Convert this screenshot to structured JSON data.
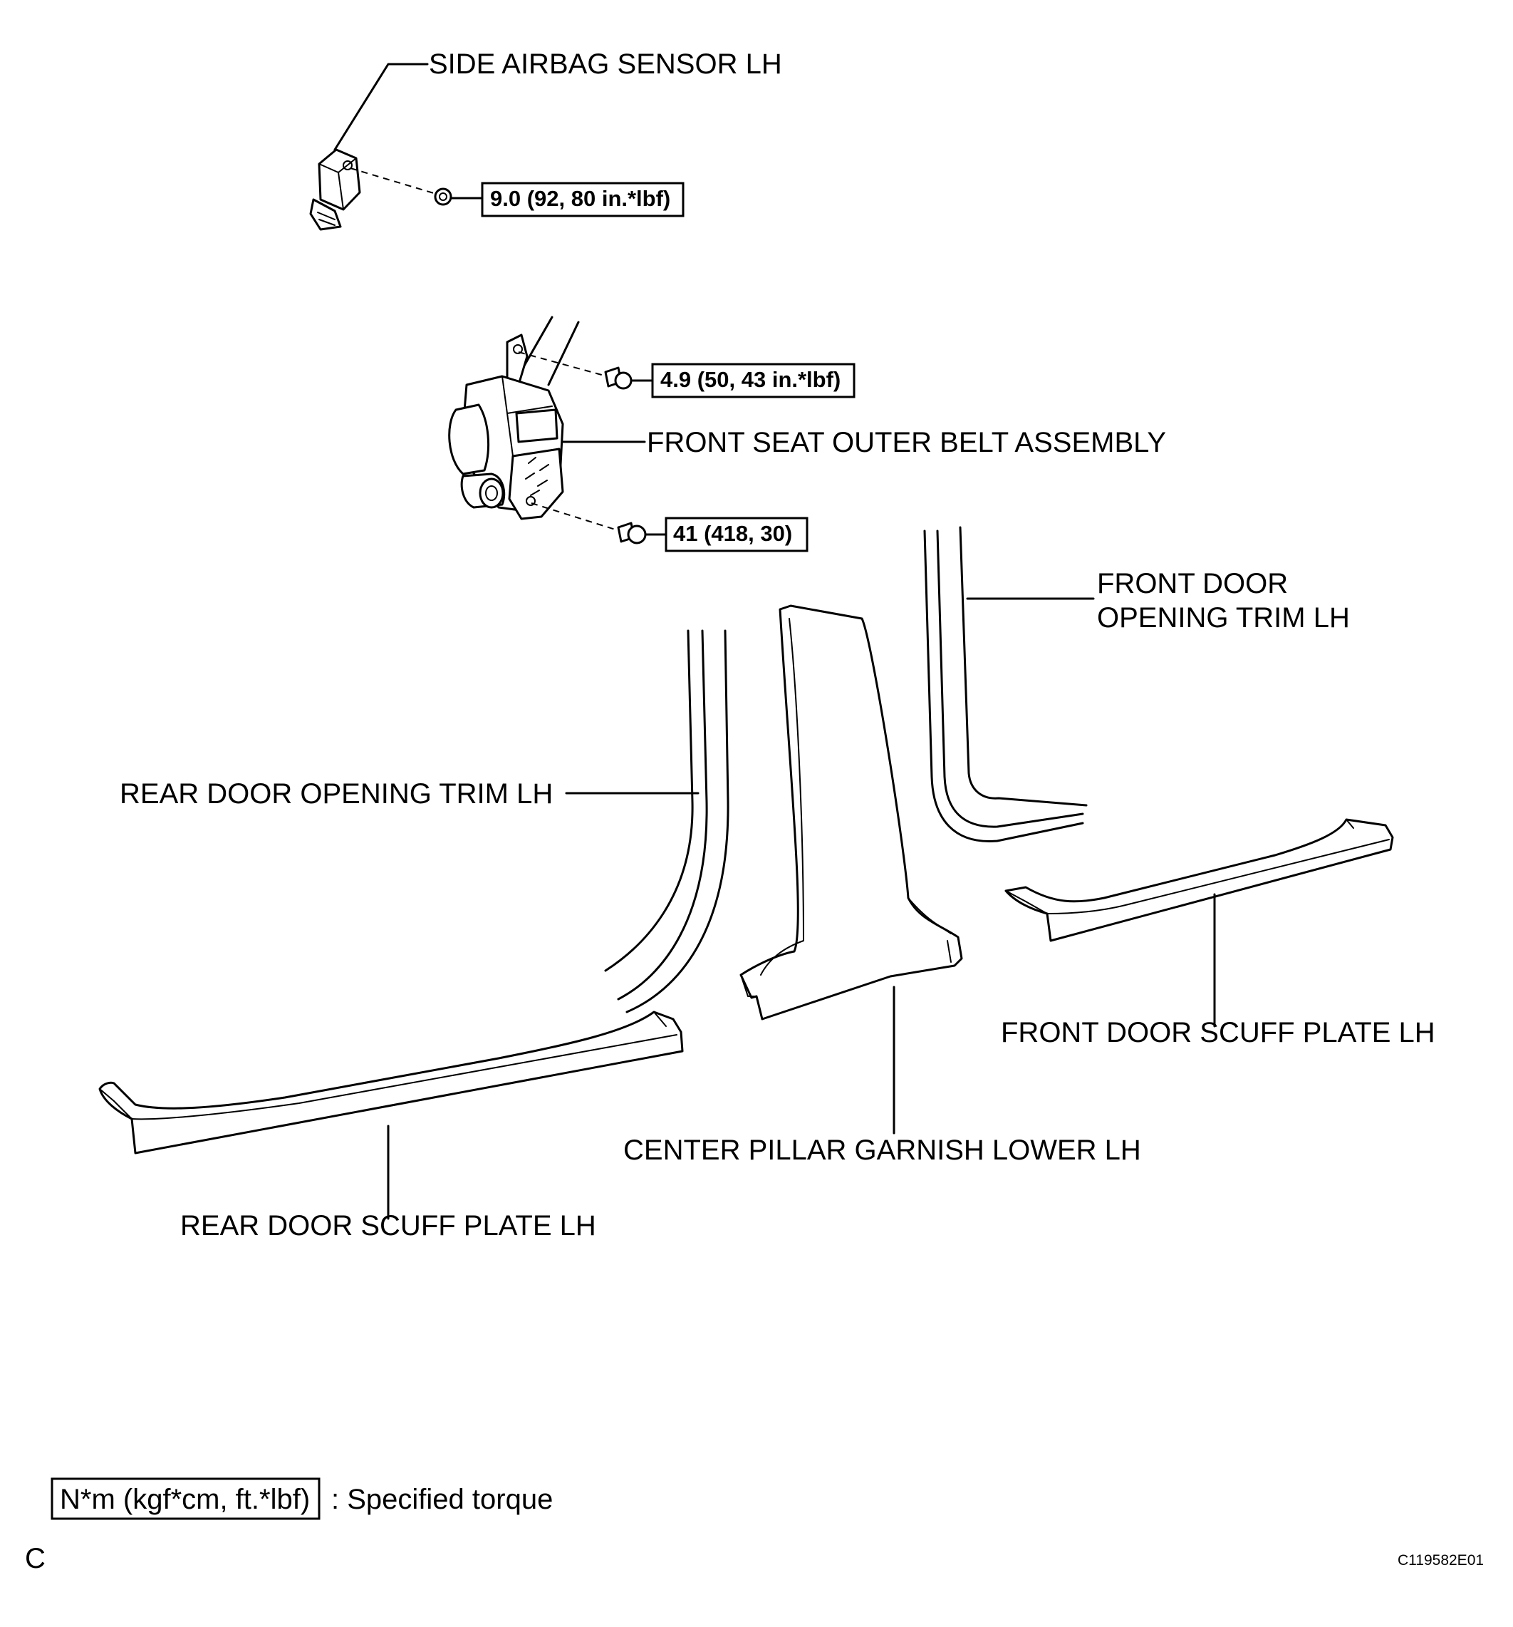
{
  "labels": {
    "side_airbag_sensor": "SIDE AIRBAG SENSOR LH",
    "front_seat_outer_belt": "FRONT SEAT OUTER BELT ASSEMBLY",
    "front_door_opening_trim_line1": "FRONT DOOR",
    "front_door_opening_trim_line2": "OPENING TRIM LH",
    "rear_door_opening_trim": "REAR DOOR OPENING TRIM LH",
    "front_door_scuff_plate": "FRONT DOOR SCUFF PLATE LH",
    "center_pillar_garnish": "CENTER PILLAR GARNISH LOWER LH",
    "rear_door_scuff_plate": "REAR DOOR SCUFF PLATE LH"
  },
  "torques": {
    "sensor_nut": "9.0 (92, 80 in.*lbf)",
    "belt_upper_bolt": "4.9 (50, 43 in.*lbf)",
    "belt_lower_bolt": "41 (418, 30)"
  },
  "legend": {
    "unit": "N*m (kgf*cm, ft.*lbf)",
    "description": ": Specified torque"
  },
  "corner_letter": "C",
  "figure_id": "C119582E01"
}
